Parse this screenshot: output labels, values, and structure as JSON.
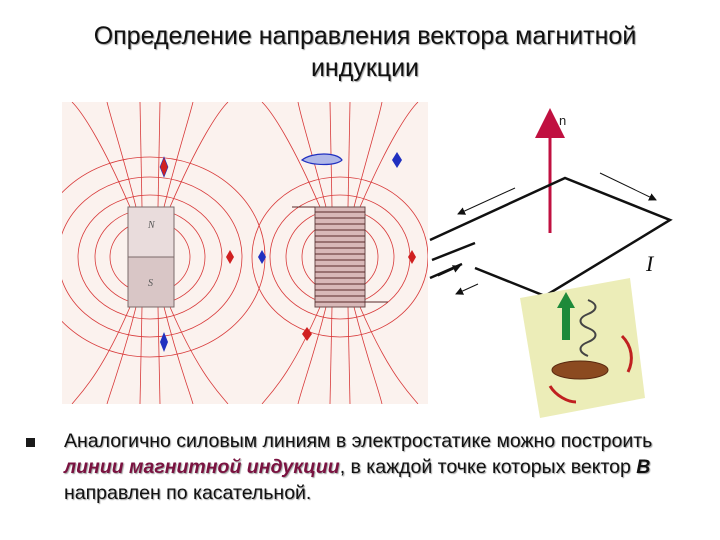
{
  "slide": {
    "title_line1": "Определение направления вектора магнитной",
    "title_line2": "индукции"
  },
  "figure_labels": {
    "n": "n",
    "current": "I",
    "magnet_pole_top": "N",
    "magnet_pole_bottom": "S"
  },
  "bullet": {
    "part1": "Аналогично силовым линиям в электростатике можно построить ",
    "term": "линии магнитной индукции",
    "part2": ", в каждой точке которых вектор ",
    "vector": "B",
    "part3": " направлен по касательной."
  },
  "colors": {
    "field_line": "#d83a3a",
    "compass_red": "#d02020",
    "compass_blue": "#2030c0",
    "background_panel": "#fbf2ee"
  }
}
